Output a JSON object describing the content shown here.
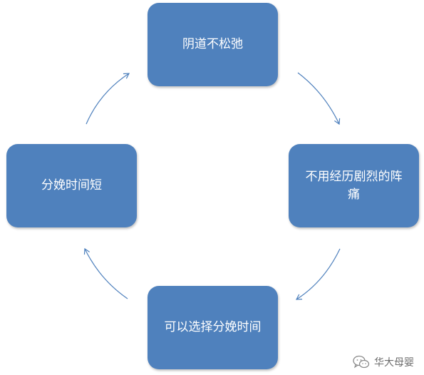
{
  "diagram": {
    "nodes": [
      {
        "id": "n1",
        "label": "阴道不松弛"
      },
      {
        "id": "n2",
        "label": "不用经历剧烈的阵痛"
      },
      {
        "id": "n3",
        "label": "可以选择分娩时间"
      },
      {
        "id": "n4",
        "label": "分娩时间短"
      }
    ],
    "edges": [
      {
        "from": "n1",
        "to": "n2"
      },
      {
        "from": "n2",
        "to": "n3"
      },
      {
        "from": "n3",
        "to": "n4"
      },
      {
        "from": "n4",
        "to": "n1"
      }
    ],
    "colors": {
      "node_fill": "#4f81bd",
      "node_text": "#ffffff",
      "arrow": "#4f81bd"
    }
  },
  "watermark": {
    "text": "华大母婴",
    "icon": "wechat-icon"
  }
}
